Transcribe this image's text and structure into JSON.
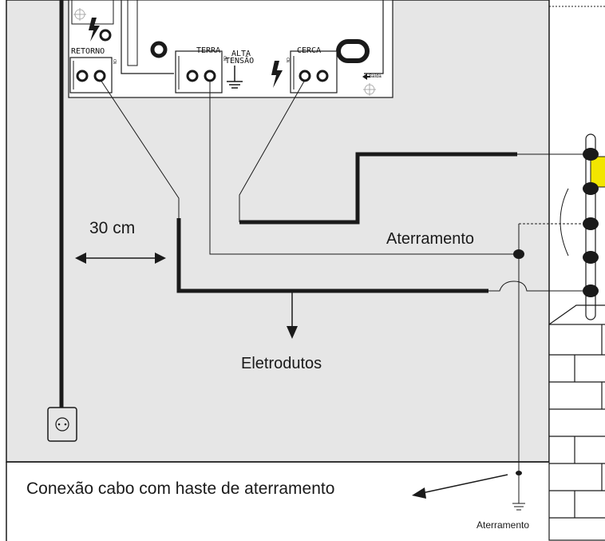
{
  "board": {
    "retorno_label": "RETORNO",
    "terra_label": "TERRA",
    "alta_tensao_label_line1": "ALTA",
    "alta_tensao_label_line2": "TENSÃO",
    "cerca_label": "CERCA",
    "saida_label": "Saída",
    "cn_label": "CN"
  },
  "labels": {
    "distance": "30 cm",
    "aterramento": "Aterramento",
    "eletrodutos": "Eletrodutos",
    "conexao": "Conexão cabo com haste de aterramento",
    "aterramento_small": "Aterramento"
  },
  "colors": {
    "wall": "#e6e6e6",
    "line": "#1a1a1a",
    "warning_sign": "#f2e600"
  }
}
